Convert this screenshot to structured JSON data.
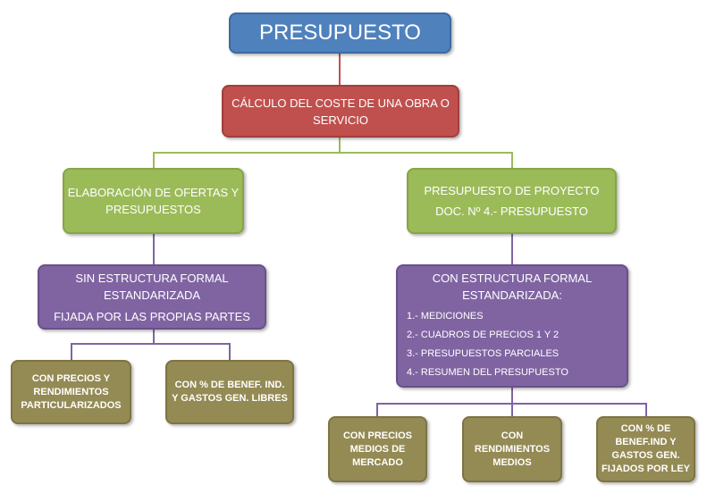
{
  "root": {
    "label": "PRESUPUESTO"
  },
  "level1": {
    "lines": [
      "CÁLCULO DEL COSTE DE UNA OBRA O",
      "SERVICIO"
    ]
  },
  "left": {
    "green": {
      "lines": [
        "ELABORACIÓN DE OFERTAS Y",
        "PRESUPUESTOS"
      ]
    },
    "purple": {
      "lines": [
        "SIN ESTRUCTURA FORMAL",
        "ESTANDARIZADA",
        "FIJADA  POR LAS PROPIAS PARTES"
      ]
    },
    "children": [
      {
        "lines": [
          "CON PRECIOS Y",
          "RENDIMIENTOS",
          "PARTICULARIZADOS"
        ]
      },
      {
        "lines": [
          "CON % DE BENEF. IND.",
          "Y GASTOS GEN. LIBRES"
        ]
      }
    ]
  },
  "right": {
    "green": {
      "lines": [
        "PRESUPUESTO DE PROYECTO",
        "DOC. Nº 4.- PRESUPUESTO"
      ]
    },
    "purple": {
      "title": [
        "CON ESTRUCTURA FORMAL",
        "ESTANDARIZADA:"
      ],
      "items": [
        "1.- MEDICIONES",
        "2.- CUADROS DE PRECIOS 1 Y 2",
        "3.- PRESUPUESTOS PARCIALES",
        "4.- RESUMEN DEL PRESUPUESTO"
      ]
    },
    "children": [
      {
        "lines": [
          "CON PRECIOS",
          "MEDIOS DE",
          "MERCADO"
        ]
      },
      {
        "lines": [
          "CON",
          "RENDIMIENTOS",
          "MEDIOS"
        ]
      },
      {
        "lines": [
          "CON % DE",
          "BENEF.IND Y",
          "GASTOS GEN.",
          "FIJADOS POR LEY"
        ]
      }
    ]
  },
  "colors": {
    "blue": "#4F81BD",
    "red": "#C0504D",
    "green": "#9BBB59",
    "purple": "#8064A2",
    "olive": "#948A54"
  }
}
